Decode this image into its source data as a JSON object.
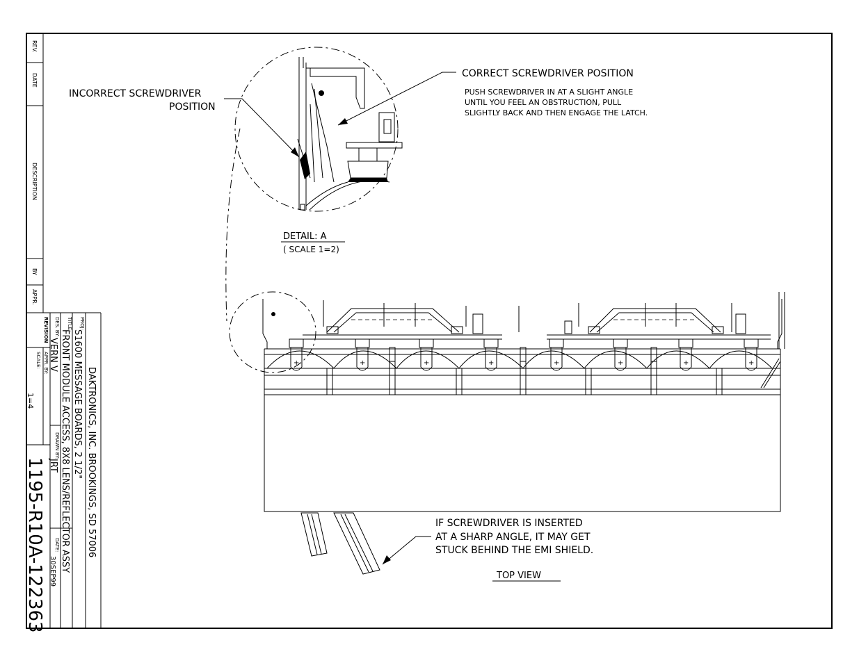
{
  "revision_block": {
    "rev_label": "REV.",
    "date_label": "DATE",
    "description_label": "DESCRIPTION",
    "by_label": "BY",
    "appr_label": "APPR."
  },
  "title_block": {
    "company": "DAKTRONICS, INC.  BROOKINGS, SD 57006",
    "proj_label": "PROJ:",
    "proj_value": "S1600 MESSAGE BOARDS, 2 1/2\"",
    "title_label": "TITLE:",
    "title_value": "FRONT MODULE ACCESS, 8X8 LENS/REFLECTOR ASSY",
    "des_by_label": "DES. BY:",
    "des_by_value": "VERN V",
    "drawn_by_label": "DRAWN BY:",
    "drawn_by_value": "JRT",
    "revision_label": "REVISION",
    "appr_by_label": "APPR. BY:",
    "date_label": "DATE:",
    "date_value": "30SEP99",
    "scale_label": "SCALE:",
    "scale_value": "1=4",
    "drawing_number": "1195-R10A-122363"
  },
  "annotations": {
    "incorrect_line1": "INCORRECT SCREWDRIVER",
    "incorrect_line2": "POSITION",
    "correct_title": "CORRECT SCREWDRIVER POSITION",
    "correct_note_1": "PUSH SCREWDRIVER IN AT A SLIGHT ANGLE",
    "correct_note_2": "UNTIL YOU FEEL AN OBSTRUCTION,  PULL",
    "correct_note_3": "SLIGHTLY BACK AND THEN ENGAGE THE LATCH.",
    "detail_title": "DETAIL: A",
    "detail_scale": "( SCALE 1=2)",
    "warning_1": "IF SCREWDRIVER IS INSERTED",
    "warning_2": "AT A SHARP ANGLE, IT MAY GET",
    "warning_3": "STUCK BEHIND THE EMI SHIELD.",
    "top_view": "TOP VIEW"
  }
}
